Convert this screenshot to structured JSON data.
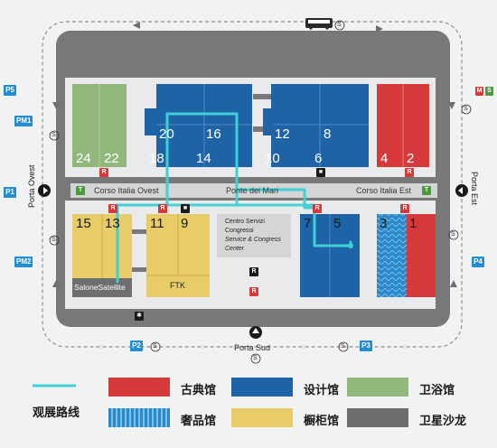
{
  "map": {
    "corridor": {
      "west": "Corso Italia Ovest",
      "center": "Ponte dei Mari",
      "east": "Corso Italia Est"
    },
    "sides": {
      "west": "Porta Ovest",
      "east": "Porta Est",
      "south": "Porta Sud"
    },
    "gates": {
      "p5": "P5",
      "pm1": "PM1",
      "p1": "P1",
      "pm2": "PM2",
      "p2": "P2",
      "p3": "P3",
      "p4": "P4"
    },
    "metro": {
      "m": "M",
      "s": "S"
    },
    "halls": {
      "h24": "24",
      "h22": "22",
      "h20": "20",
      "h16": "16",
      "h18": "18",
      "h14": "14",
      "h12": "12",
      "h8": "8",
      "h10": "10",
      "h6": "6",
      "h4": "4",
      "h2": "2",
      "h15": "15",
      "h13": "13",
      "h11": "11",
      "h9": "9",
      "h7": "7",
      "h5": "5",
      "h3": "3",
      "h1": "1"
    },
    "areas": {
      "salone_satellite": "SaloneSatellite",
      "ftk": "FTK",
      "center_line1": "Centro Servizi",
      "center_line2": "Congressi",
      "center_line3": "Service & Congress",
      "center_line4": "Center"
    },
    "badges": {
      "r": "R",
      "t": "T",
      "s": "S"
    },
    "colors": {
      "classic": "#d6393a",
      "design": "#1d63a5",
      "bath": "#92b77a",
      "luxury": "#2a89c9",
      "cabinet": "#e7cc68",
      "satellite": "#6e6e70",
      "route": "#3fd0d6"
    }
  },
  "legend": {
    "route": "观展路线",
    "classic": "古典馆",
    "design": "设计馆",
    "bath": "卫浴馆",
    "luxury": "奢品馆",
    "cabinet": "橱柜馆",
    "satellite": "卫星沙龙"
  }
}
